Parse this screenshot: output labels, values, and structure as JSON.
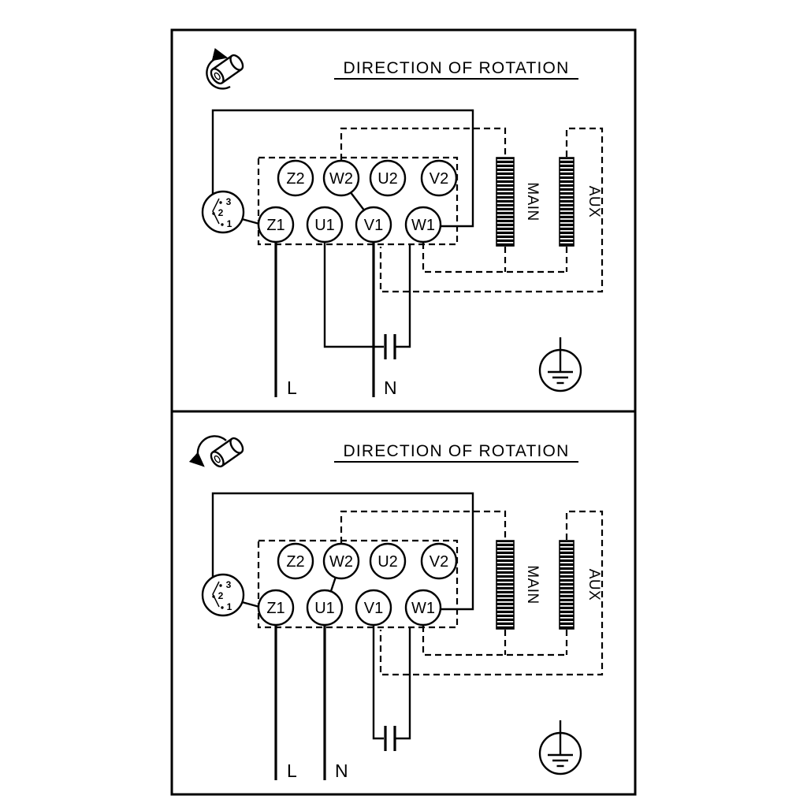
{
  "colors": {
    "background": "#ffffff",
    "ink": "#000000"
  },
  "panels": [
    {
      "title": "DIRECTION OF ROTATION",
      "rotation_arrow": "counterclockwise",
      "terminals": {
        "top": [
          "Z2",
          "W2",
          "U2",
          "V2"
        ],
        "bottom": [
          "Z1",
          "U1",
          "V1",
          "W1"
        ]
      },
      "selector_positions": [
        "3",
        "2",
        "1"
      ],
      "windings": {
        "main": "MAIN",
        "aux": "AUX"
      },
      "supply": {
        "line": "L",
        "neutral": "N"
      }
    },
    {
      "title": "DIRECTION OF ROTATION",
      "rotation_arrow": "clockwise",
      "terminals": {
        "top": [
          "Z2",
          "W2",
          "U2",
          "V2"
        ],
        "bottom": [
          "Z1",
          "U1",
          "V1",
          "W1"
        ]
      },
      "selector_positions": [
        "3",
        "2",
        "1"
      ],
      "windings": {
        "main": "MAIN",
        "aux": "AUX"
      },
      "supply": {
        "line": "L",
        "neutral": "N"
      }
    }
  ]
}
